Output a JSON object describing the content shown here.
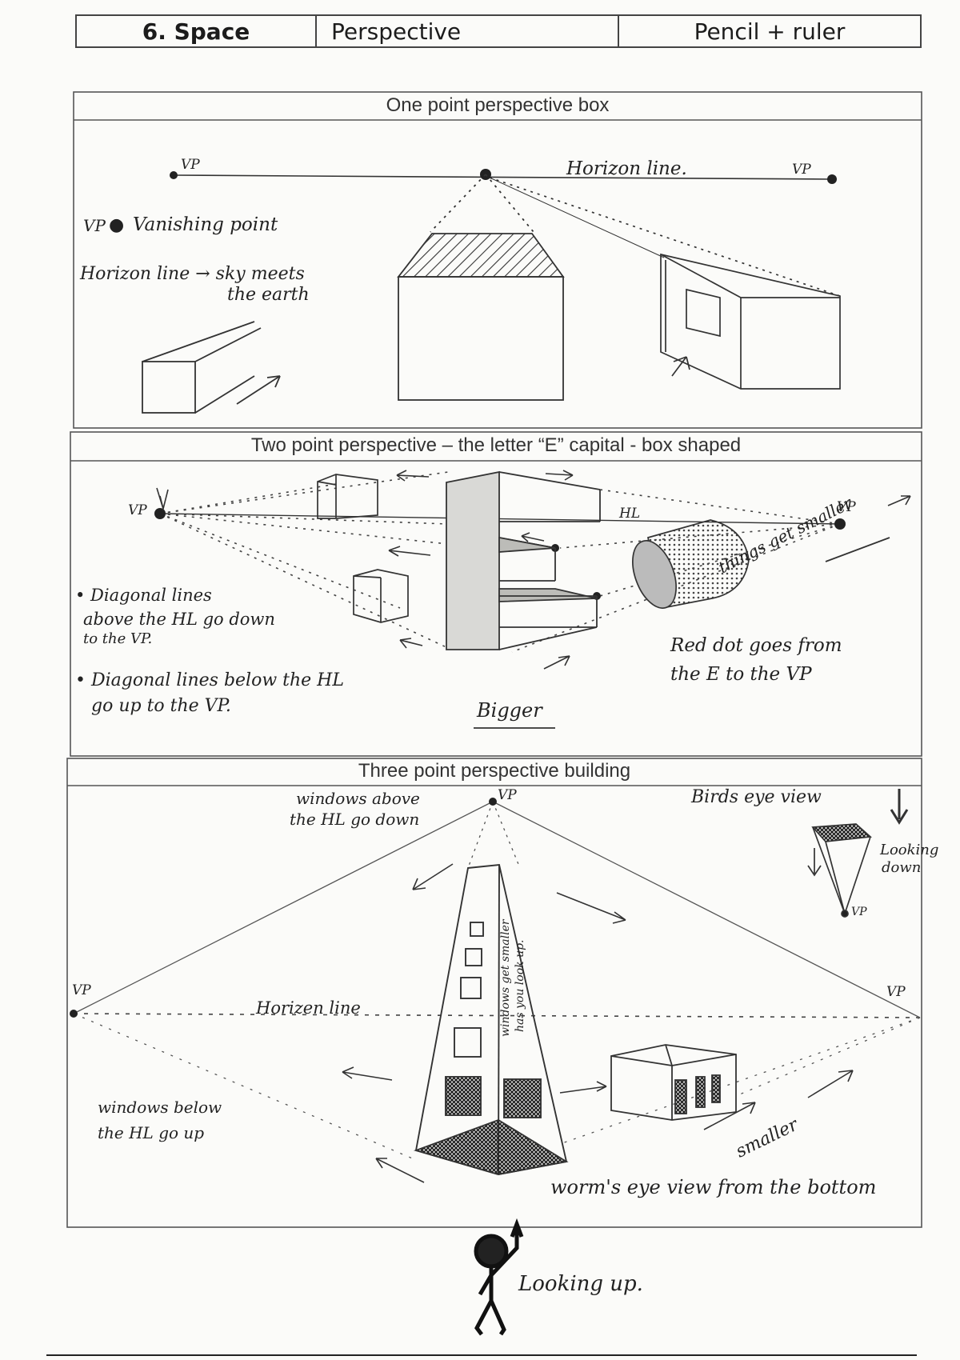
{
  "header": {
    "number_title": "6. Space",
    "topic": "Perspective",
    "materials": "Pencil + ruler"
  },
  "section_one": {
    "title": "One point perspective box",
    "vp_left": "VP",
    "vp_right": "VP",
    "horizon_label": "Horizon line.",
    "legend_vp": "VP",
    "legend_vp_text": "Vanishing point",
    "legend_horizon_line1": "Horizon line → sky meets",
    "legend_horizon_line2": "the earth"
  },
  "section_two": {
    "title": "Two point perspective – the letter “E” capital - box shaped",
    "vp_left": "VP",
    "vp_right": "VP",
    "hl_label": "HL",
    "things_smaller": "things get smaller",
    "note1_line1": "• Diagonal lines",
    "note1_line2": "above the HL go down",
    "note1_line3": "to the VP.",
    "note2_line1": "• Diagonal lines below the HL",
    "note2_line2": "go up to the VP.",
    "bigger": "Bigger",
    "red_dot_line1": "Red dot goes from",
    "red_dot_line2": "the E to the VP"
  },
  "section_three": {
    "title": "Three point perspective building",
    "windows_above_line1": "windows above",
    "windows_above_line2": "the HL go down",
    "vp_top": "VP",
    "vp_left": "VP",
    "vp_right": "VP",
    "birds_eye": "Birds eye view",
    "looking_down_line1": "Looking",
    "looking_down_line2": "down",
    "birds_vp": "VP",
    "horizon_label": "Horizen line",
    "windows_smaller_line1": "windows get smaller",
    "windows_smaller_line2": "has you look up.",
    "windows_below_line1": "windows below",
    "windows_below_line2": "the HL go up",
    "smaller": "smaller",
    "worms_eye": "worm's eye view from the bottom"
  },
  "footer": {
    "looking_up": "Looking up."
  }
}
